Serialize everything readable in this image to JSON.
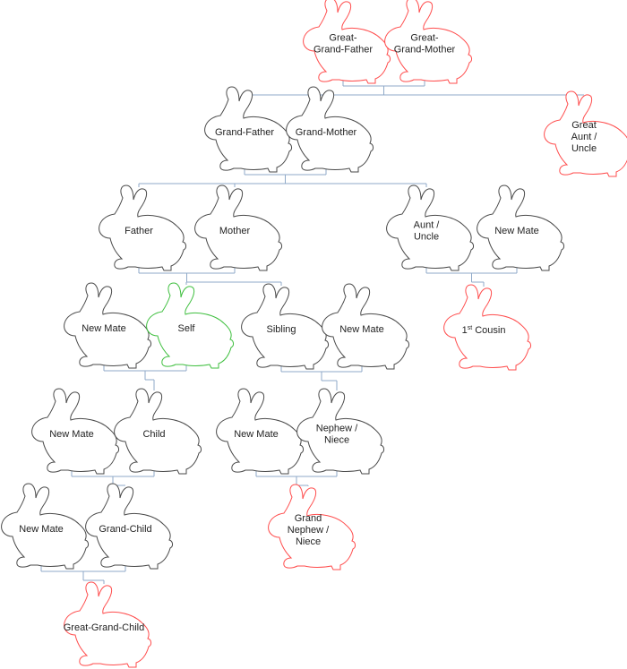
{
  "colors": {
    "generation_line": "#8fa9c8",
    "outline_default": "#4a4a4a",
    "outline_highlight": "#ff4d4d",
    "outline_self": "#3fbf3f"
  },
  "icon": "rabbit-outline-icon",
  "nodes": [
    {
      "key": "great_grandfather",
      "lines": [
        "Great-",
        "Grand-Father"
      ],
      "style": "highlight"
    },
    {
      "key": "great_grandmother",
      "lines": [
        "Great-",
        "Grand-Mother"
      ],
      "style": "highlight"
    },
    {
      "key": "great_aunt_uncle",
      "lines": [
        "Great",
        "Aunt /",
        "Uncle"
      ],
      "style": "highlight"
    },
    {
      "key": "grandfather",
      "lines": [
        "Grand-Father"
      ],
      "style": "default"
    },
    {
      "key": "grandmother",
      "lines": [
        "Grand-Mother"
      ],
      "style": "default"
    },
    {
      "key": "father",
      "lines": [
        "Father"
      ],
      "style": "default"
    },
    {
      "key": "mother",
      "lines": [
        "Mother"
      ],
      "style": "default"
    },
    {
      "key": "aunt_uncle",
      "lines": [
        "Aunt /",
        "Uncle"
      ],
      "style": "default"
    },
    {
      "key": "aunt_uncle_mate",
      "lines": [
        "New Mate"
      ],
      "style": "default"
    },
    {
      "key": "self_mate",
      "lines": [
        "New Mate"
      ],
      "style": "default"
    },
    {
      "key": "self",
      "lines": [
        "Self"
      ],
      "style": "self"
    },
    {
      "key": "sibling",
      "lines": [
        "Sibling"
      ],
      "style": "default"
    },
    {
      "key": "sibling_mate",
      "lines": [
        "New Mate"
      ],
      "style": "default"
    },
    {
      "key": "first_cousin",
      "lines": [
        "1st Cousin"
      ],
      "ordinal": {
        "number": "1",
        "suffix": "st",
        "rest": " Cousin"
      },
      "style": "highlight"
    },
    {
      "key": "child_mate",
      "lines": [
        "New Mate"
      ],
      "style": "default"
    },
    {
      "key": "child",
      "lines": [
        "Child"
      ],
      "style": "default"
    },
    {
      "key": "nephew_mate",
      "lines": [
        "New Mate"
      ],
      "style": "default"
    },
    {
      "key": "nephew_niece",
      "lines": [
        "Nephew /",
        "Niece"
      ],
      "style": "default"
    },
    {
      "key": "grandchild_mate",
      "lines": [
        "New Mate"
      ],
      "style": "default"
    },
    {
      "key": "grandchild",
      "lines": [
        "Grand-Child"
      ],
      "style": "default"
    },
    {
      "key": "grand_nephew_niece",
      "lines": [
        "Grand",
        "Nephew /",
        "Niece"
      ],
      "style": "highlight"
    },
    {
      "key": "great_grandchild",
      "lines": [
        "Great-Grand-Child"
      ],
      "style": "highlight"
    }
  ],
  "edges": [
    {
      "from": [
        "great_grandfather",
        "great_grandmother"
      ],
      "to": [
        "grandfather",
        "grandmother",
        "great_aunt_uncle"
      ]
    },
    {
      "from": [
        "grandfather",
        "grandmother"
      ],
      "to": [
        "father",
        "mother",
        "aunt_uncle"
      ]
    },
    {
      "from": [
        "father",
        "mother"
      ],
      "to": [
        "self",
        "sibling"
      ]
    },
    {
      "from": [
        "aunt_uncle",
        "aunt_uncle_mate"
      ],
      "to": [
        "first_cousin"
      ]
    },
    {
      "from": [
        "self_mate",
        "self"
      ],
      "to": [
        "child"
      ]
    },
    {
      "from": [
        "sibling",
        "sibling_mate"
      ],
      "to": [
        "nephew_niece"
      ]
    },
    {
      "from": [
        "child_mate",
        "child"
      ],
      "to": [
        "grandchild"
      ]
    },
    {
      "from": [
        "nephew_mate",
        "nephew_niece"
      ],
      "to": [
        "grand_nephew_niece"
      ]
    },
    {
      "from": [
        "grandchild_mate",
        "grandchild"
      ],
      "to": [
        "great_grandchild"
      ]
    }
  ]
}
